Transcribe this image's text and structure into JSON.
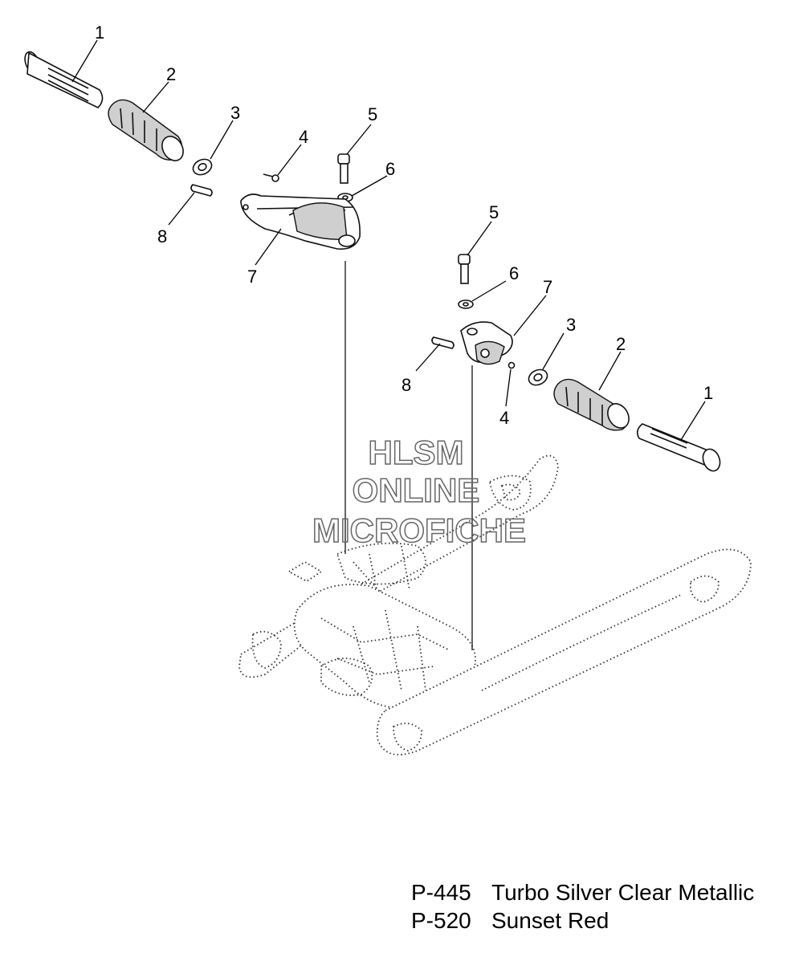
{
  "callouts": {
    "c1a": "1",
    "c2a": "2",
    "c3a": "3",
    "c4a": "4",
    "c5a": "5",
    "c6a": "6",
    "c7a": "7",
    "c8a": "8",
    "c5b": "5",
    "c6b": "6",
    "c7b": "7",
    "c3b": "3",
    "c2b": "2",
    "c1b": "1",
    "c8b": "8",
    "c4b": "4"
  },
  "watermark": {
    "line1": "HLSM",
    "line2": "ONLINE",
    "line3": "MICROFICHE"
  },
  "legend": [
    {
      "code": "P-445",
      "name": "Turbo Silver Clear Metallic"
    },
    {
      "code": "P-520",
      "name": "Sunset Red"
    }
  ]
}
